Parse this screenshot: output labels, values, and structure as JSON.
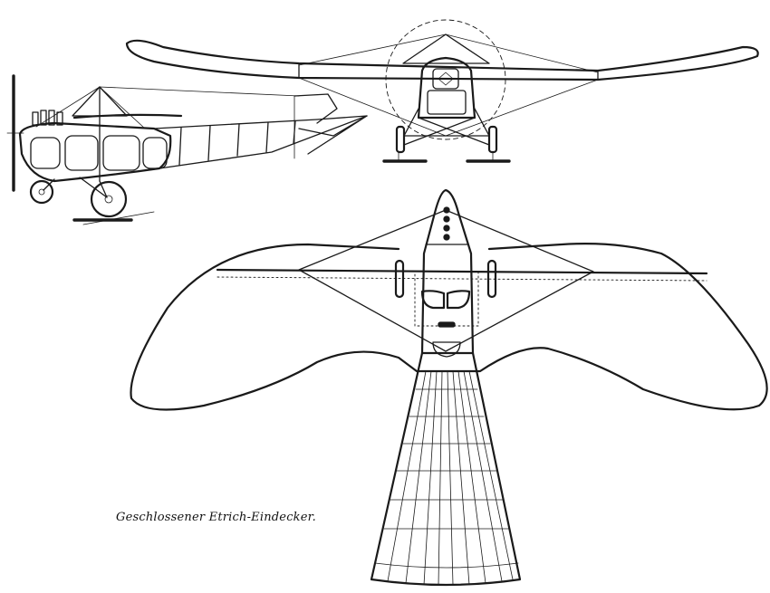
{
  "caption": "Geschlossener Etrich-Eindecker.",
  "colors": {
    "ink": "#1a1a1a",
    "paper": "#ffffff"
  },
  "views": [
    "side-view",
    "front-view",
    "top-view"
  ]
}
